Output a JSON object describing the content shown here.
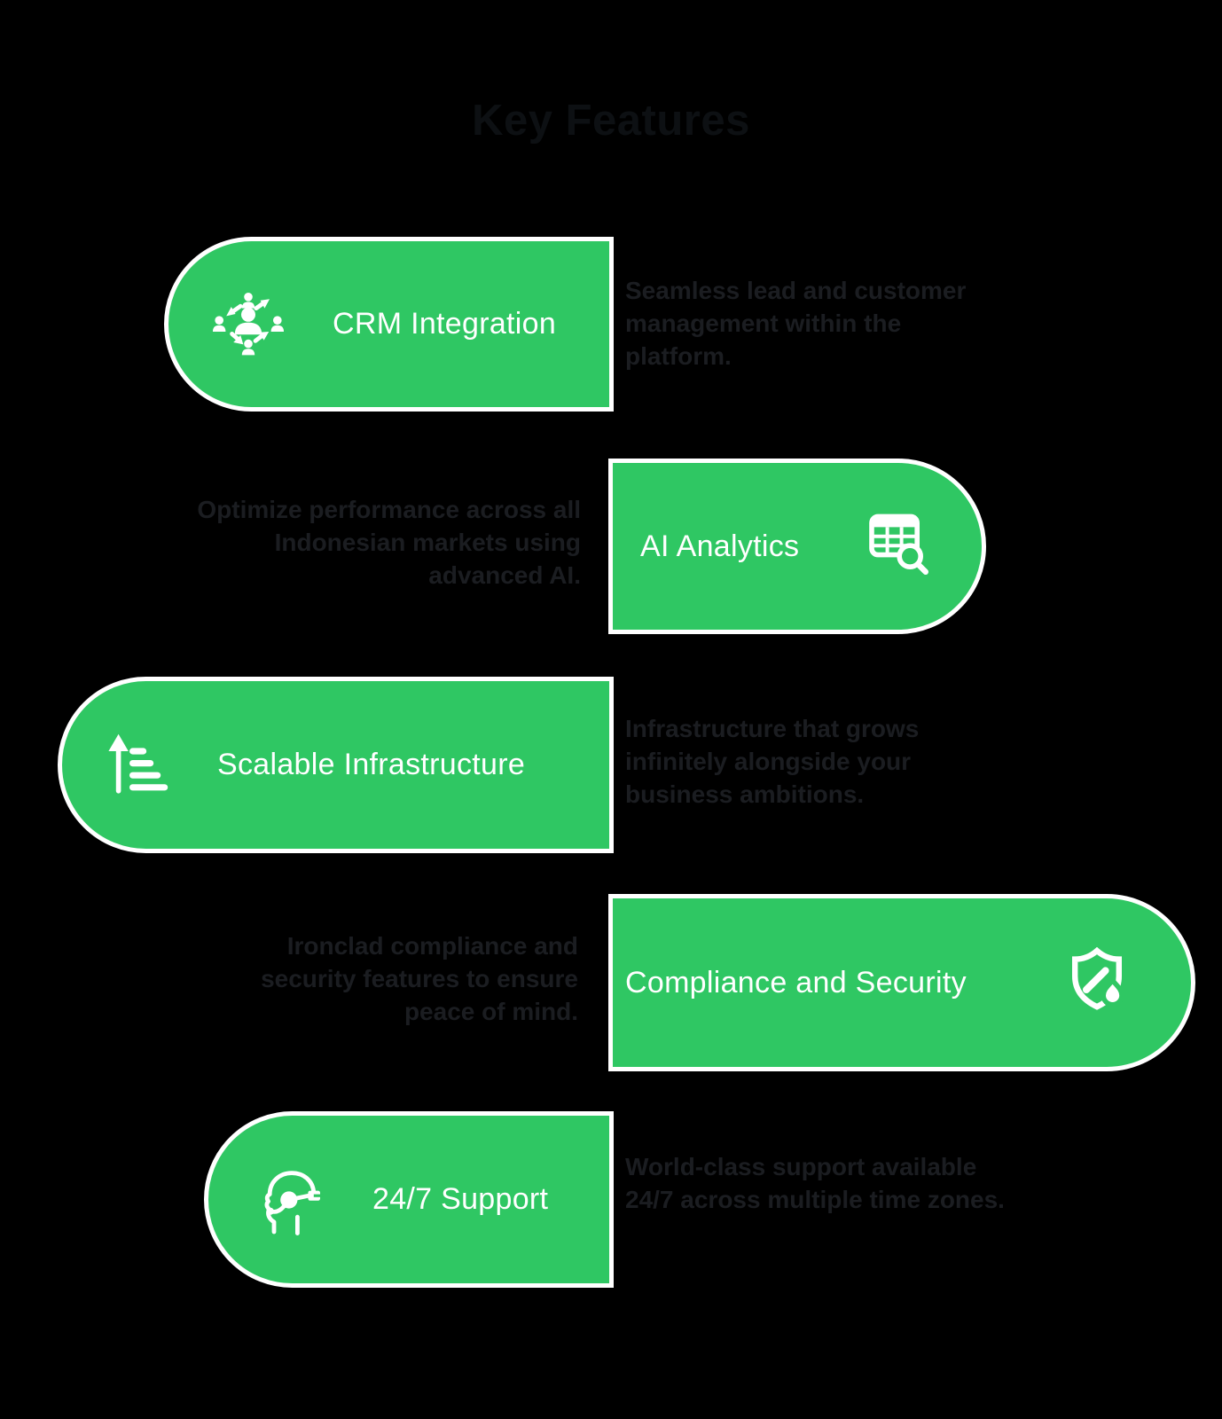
{
  "page": {
    "title": "Key Features",
    "background_color": "#000000",
    "accent_color": "#2fc763",
    "card_border_color": "#ffffff",
    "card_text_color": "#ffffff",
    "title_color": "#0d1013",
    "description_color": "#1b1d21"
  },
  "features": [
    {
      "label": "CRM Integration",
      "description": "Seamless lead and customer management within the platform.",
      "icon": "crm-network-icon",
      "side": "left"
    },
    {
      "label": "AI Analytics",
      "description": "Optimize performance across all Indonesian markets using advanced AI.",
      "icon": "table-search-icon",
      "side": "right"
    },
    {
      "label": "Scalable Infrastructure",
      "description": "Infrastructure that grows infinitely alongside your business ambitions.",
      "icon": "growth-arrow-icon",
      "side": "left"
    },
    {
      "label": "Compliance and Security",
      "description": "Ironclad compliance and security features to ensure peace of mind.",
      "icon": "shield-slash-icon",
      "side": "right"
    },
    {
      "label": "24/7 Support",
      "description": "World-class support available 24/7 across multiple time zones.",
      "icon": "support-headset-icon",
      "side": "left"
    }
  ]
}
